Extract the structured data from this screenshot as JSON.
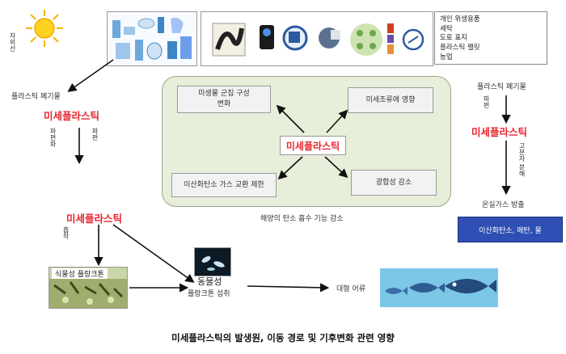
{
  "labels": {
    "uv_rays": "자외선",
    "plastic_waste_left": "플라스틱 폐기물",
    "plastic_waste_right": "플라스틱 폐기물",
    "microplastic_1": "미세플라스틱",
    "microplastic_2": "미세플라스틱",
    "microplastic_right": "미세플라스틱",
    "microplastic_center": "미세플라스틱",
    "fragmentation_left": "파편화",
    "fragmentation_left_b": "파편",
    "fragmentation_right": "파편",
    "weathering_right": "고분자 분해",
    "adsorption": "흡착",
    "greenhouse_emission": "온실가스 방출",
    "ghg_box": "이산화탄소, 메탄, 물",
    "phytoplankton": "식물성 플랑크톤",
    "zooplankton": "동물성",
    "zooplankton_ingest": "플랑크톤 섭취",
    "large_fish": "대형 어류",
    "ocean_carbon_caption": "해양의 탄소 흡수 기능 감소",
    "figure_caption": "미세플라스틱의 발생원, 이동 경로 및 기후변화 관련 영향"
  },
  "sources": [
    "개인 위생용품",
    "세탁",
    "도로 표지",
    "플라스틱 펠릿",
    "농업"
  ],
  "effects": {
    "microbial_community": "미생물 군집 구성\n변화",
    "microalgae": "미세조류에 영향",
    "co2_exchange": "이산화탄소 가스 교환 제한",
    "photosynthesis": "광합성 감소"
  },
  "colors": {
    "red": "#e8272f",
    "green_panel": "#e7eed9",
    "ghg_blue": "#2f4fb4",
    "ocean": "#7cc6e6"
  }
}
